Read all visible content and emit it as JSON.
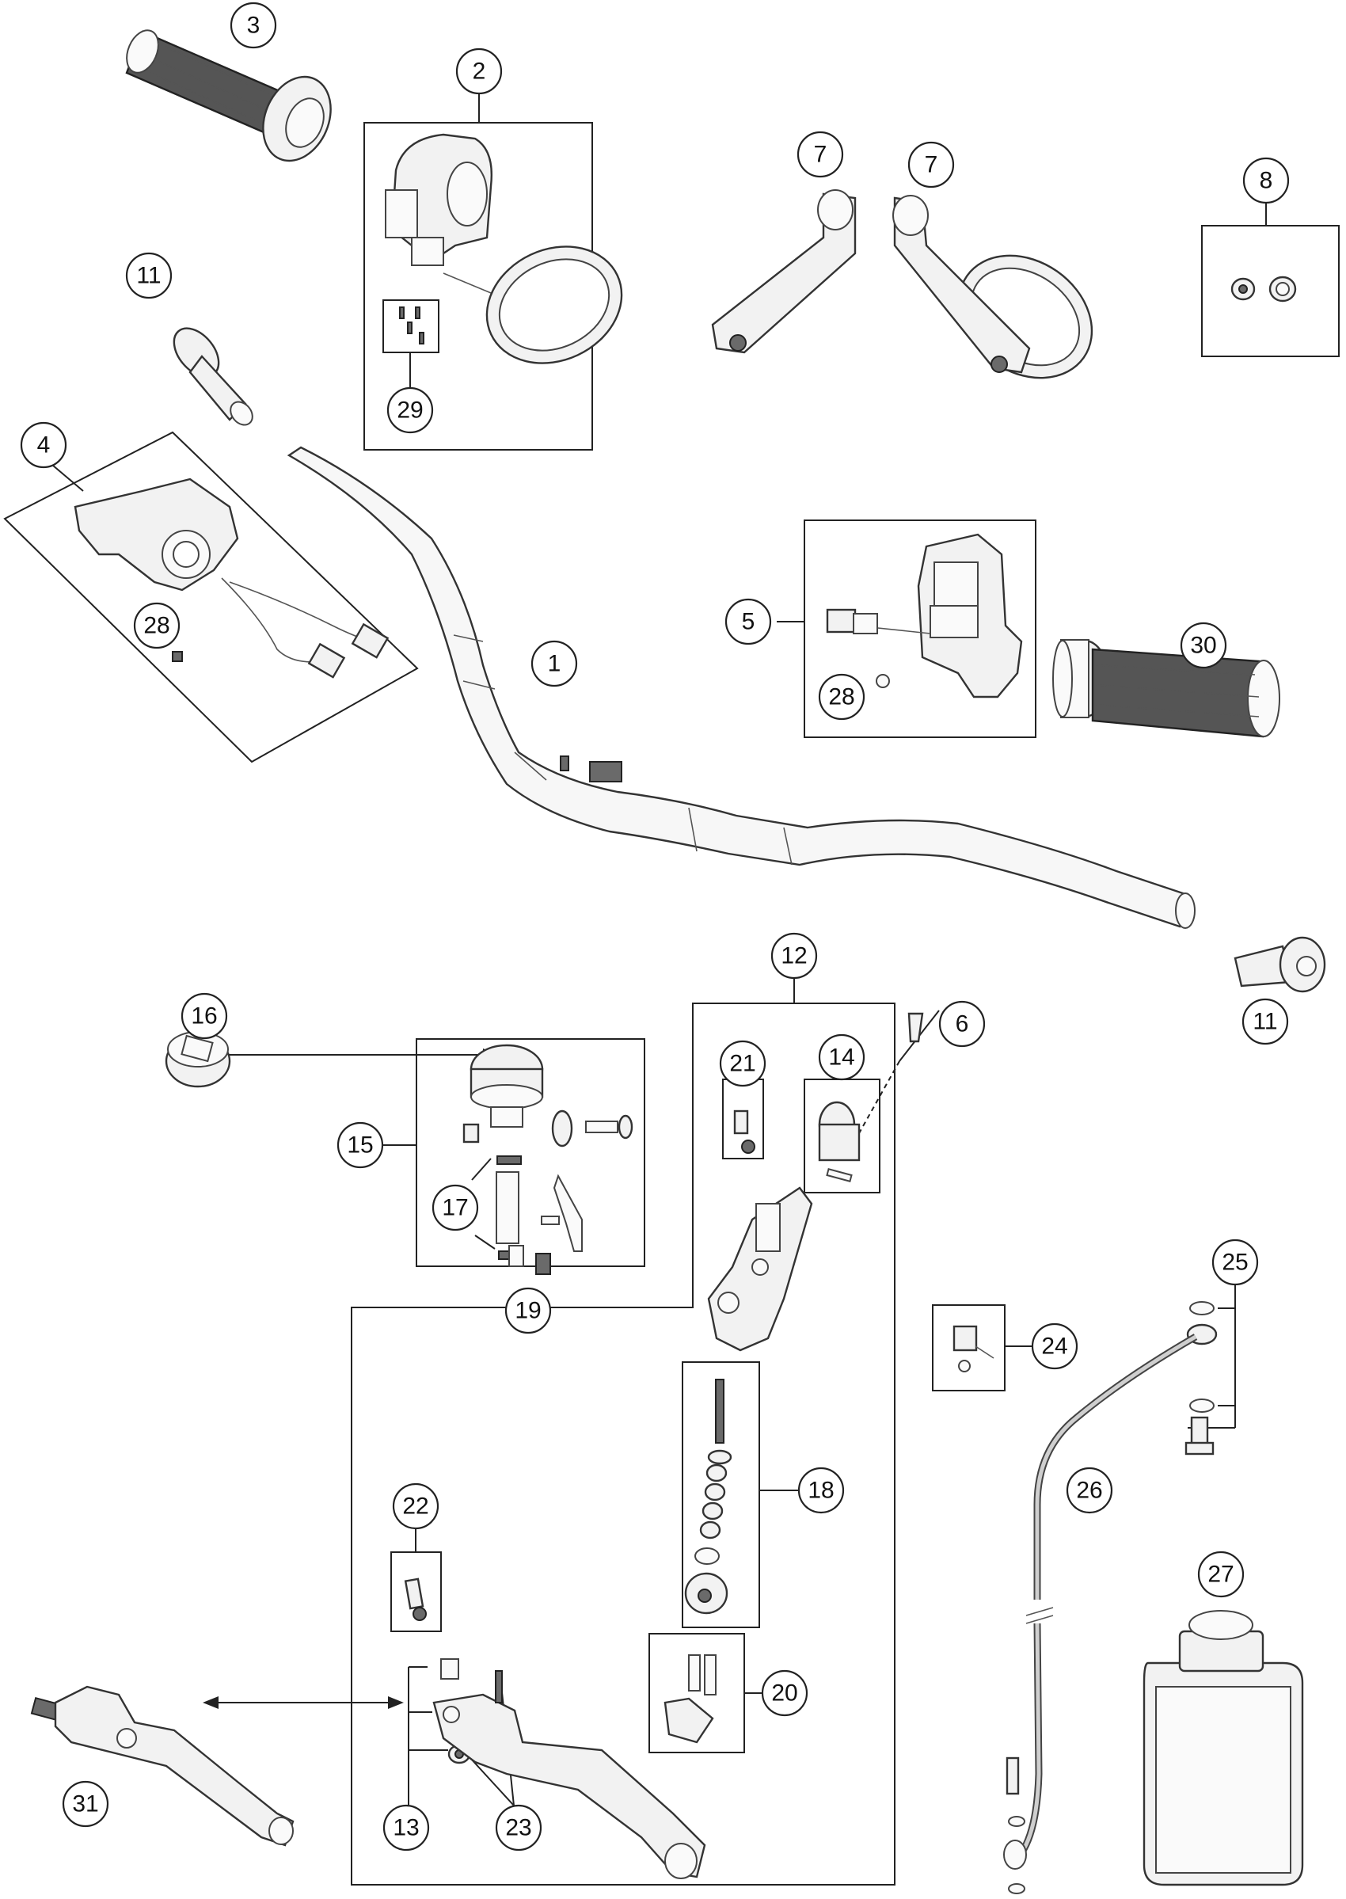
{
  "colors": {
    "line": "#222222",
    "part_fill": "#f2f2f2",
    "grip_fill": "#555555",
    "background": "#ffffff"
  },
  "callouts": {
    "c1": "1",
    "c2": "2",
    "c3": "3",
    "c4": "4",
    "c5": "5",
    "c6": "6",
    "c7a": "7",
    "c7b": "7",
    "c8": "8",
    "c11a": "11",
    "c11b": "11",
    "c12": "12",
    "c13": "13",
    "c14": "14",
    "c15": "15",
    "c16": "16",
    "c17": "17",
    "c18": "18",
    "c19": "19",
    "c20": "20",
    "c21": "21",
    "c22": "22",
    "c23": "23",
    "c24": "24",
    "c25": "25",
    "c26": "26",
    "c27": "27",
    "c28a": "28",
    "c28b": "28",
    "c29": "29",
    "c30": "30",
    "c31": "31"
  }
}
